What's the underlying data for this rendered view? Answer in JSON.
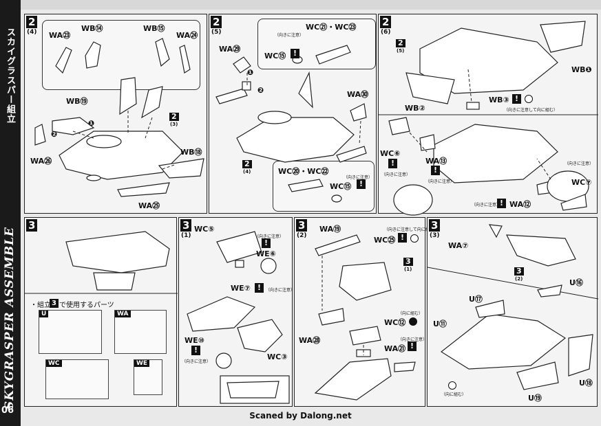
{
  "spine": {
    "jp_title": "スカイグラスパー組立",
    "en_title": "SKYGRASPER ASSEMBLE",
    "page_number": "06"
  },
  "footer": {
    "credit": "Scaned by Dalong.net"
  },
  "panels": {
    "p1": {
      "step": "2",
      "sub": "(4)",
      "labels": {
        "wa23": "WA㉓",
        "wb14": "WB⑭",
        "wb15": "WB⑮",
        "wa24": "WA㉔",
        "wb19": "WB⑲",
        "wa26": "WA㉖",
        "wb18": "WB⑱",
        "wa25": "WA㉕",
        "ref": "2"
      },
      "ref_sub": "(3)"
    },
    "p2": {
      "step": "2",
      "sub": "(5)",
      "labels": {
        "wa29": "WA㉙",
        "wc15a": "WC⑮",
        "wc21": "WC㉑・WC㉓",
        "wa30": "WA㉚",
        "wc20": "WC⑳・WC㉒",
        "wc15b": "WC⑮",
        "ref": "2"
      },
      "ref_sub": "(4)",
      "notes": {
        "dir1": "（向きに注意）",
        "dir2": "（向きに注意）"
      }
    },
    "p3": {
      "step": "2",
      "sub": "(6)",
      "labels": {
        "wb1": "WB❶",
        "wb2": "WB②",
        "wb3": "WB③",
        "wc6": "WC⑥",
        "wa13": "WA⑬",
        "wc7": "WC⑦",
        "wa12": "WA⑫",
        "ref": "2"
      },
      "ref_sub": "(5)",
      "notes": {
        "wb3": "（向きに注意して向に組む）",
        "wc6": "（向きに注意）",
        "wa13": "（向きに注意）",
        "wc7": "（向きに注意）",
        "wa12": "（向きに注意）"
      }
    },
    "p4": {
      "step": "3",
      "parts_heading": "・組立",
      "parts_step": "3",
      "parts_tail": "で使用するパーツ",
      "plates": [
        "U",
        "WA",
        "WC",
        "WE"
      ]
    },
    "p5": {
      "step": "3",
      "sub": "(1)",
      "labels": {
        "wc5": "WC⑤",
        "we6": "WE⑥",
        "we7": "WE⑦",
        "we10": "WE⑩",
        "wc3": "WC③"
      },
      "notes": {
        "we6": "（向きに注意）",
        "we7": "（向きに注意）",
        "we10": "（向きに注意）"
      }
    },
    "p6": {
      "step": "3",
      "sub": "(2)",
      "labels": {
        "wa19": "WA⑲",
        "wc25": "WC㉕",
        "wa28": "WA㉘",
        "wc12": "WC⑫",
        "wa21": "WA㉑",
        "ref": "3"
      },
      "ref_sub": "(1)",
      "notes": {
        "wc25": "（向きに注意して向に組む）",
        "wc12": "（向に組む）",
        "wa21": "（向きに注意）"
      }
    },
    "p7": {
      "step": "3",
      "sub": "(3)",
      "labels": {
        "wa7": "WA⑦",
        "u16a": "U⑯",
        "u17": "U⑰",
        "u11": "U⑪",
        "u18": "U⑱",
        "u19": "U⑲",
        "ref": "3"
      },
      "ref_sub": "(2)",
      "notes": {
        "fold": "（向に組む）"
      }
    }
  },
  "icons": {
    "warning": "!",
    "markers": [
      "❶",
      "❷"
    ]
  },
  "colors": {
    "ink": "#111111",
    "paper": "#f4f4f4",
    "spine": "#1a1a1a"
  }
}
